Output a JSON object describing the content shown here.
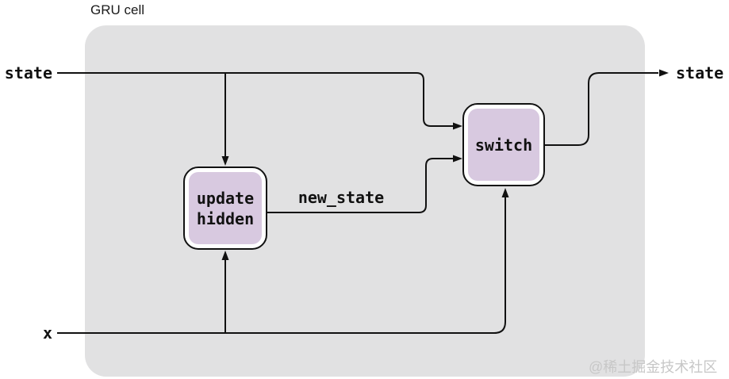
{
  "title": "GRU cell",
  "inputs": {
    "state_label": "state",
    "x_label": "x"
  },
  "output": {
    "state_label": "state"
  },
  "nodes": {
    "update_hidden": {
      "line1": "update",
      "line2": "hidden"
    },
    "switch": {
      "label": "switch"
    }
  },
  "edge_labels": {
    "new_state": "new_state"
  },
  "edges": [
    {
      "from": "state",
      "to": "update hidden"
    },
    {
      "from": "state",
      "to": "switch"
    },
    {
      "from": "x",
      "to": "update hidden"
    },
    {
      "from": "x",
      "to": "switch"
    },
    {
      "from": "update hidden",
      "to": "switch",
      "label": "new_state"
    },
    {
      "from": "switch",
      "to": "state"
    }
  ],
  "colors": {
    "panel_bg": "#e1e1e2",
    "node_fill": "#d8c9e0",
    "node_border": "#111111",
    "wire": "#111111",
    "watermark": "#c7c7c7"
  },
  "watermark": "@稀土掘金技术社区"
}
